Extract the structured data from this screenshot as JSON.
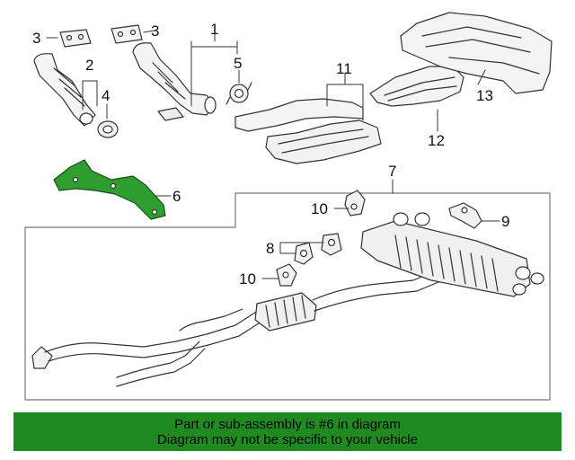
{
  "callouts": {
    "c1": "1",
    "c2": "2",
    "c3a": "3",
    "c3b": "3",
    "c4": "4",
    "c5": "5",
    "c6": "6",
    "c7": "7",
    "c8": "8",
    "c9": "9",
    "c10a": "10",
    "c10b": "10",
    "c11": "11",
    "c12": "12",
    "c13": "13"
  },
  "banner": {
    "line1": "Part or sub-assembly is #6 in diagram",
    "line2": "Diagram may not be specific to your vehicle"
  },
  "colors": {
    "highlight": "#2e9e2e",
    "banner": "#1f8a1f",
    "line": "#333333"
  }
}
